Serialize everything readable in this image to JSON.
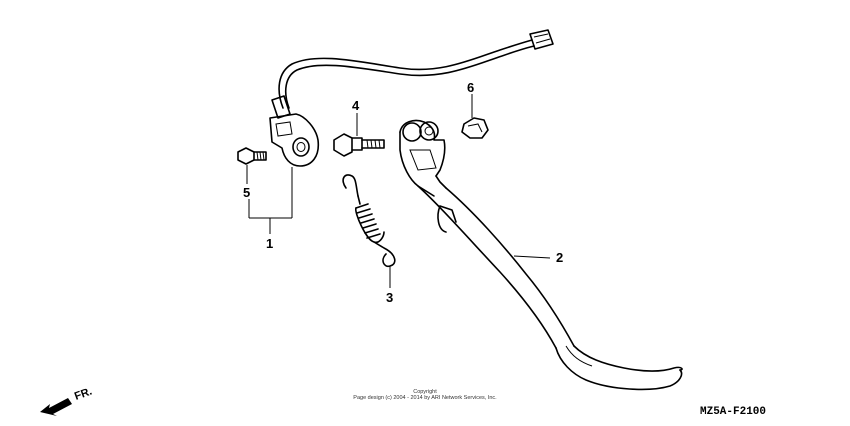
{
  "callouts": {
    "c1": "1",
    "c2": "2",
    "c3": "3",
    "c4": "4",
    "c5": "5",
    "c6": "6"
  },
  "front_arrow": {
    "label": "FR."
  },
  "copyright": {
    "line1": "Copyright",
    "line2": "Page design (c) 2004 - 2014 by ARI Network Services, Inc."
  },
  "figure_code": "MZ5A-F2100"
}
